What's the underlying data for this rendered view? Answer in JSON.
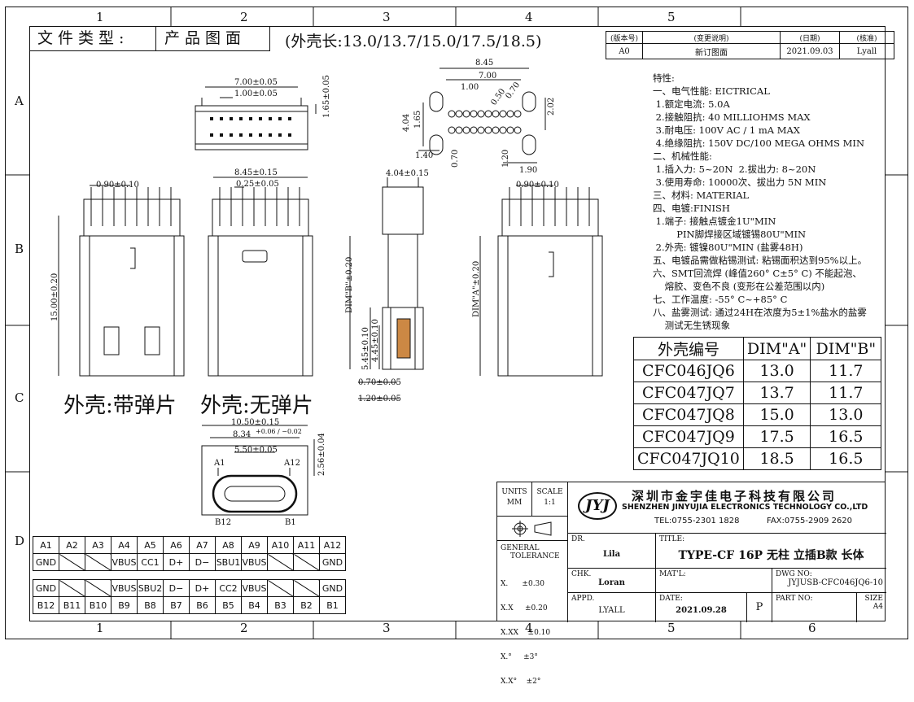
{
  "header": {
    "file_type_label": "文件类型:",
    "file_type_value": "产品图面",
    "shell_length_note": "(外壳长:13.0/13.7/15.0/17.5/18.5)"
  },
  "zones": {
    "columns": [
      "1",
      "2",
      "3",
      "4",
      "5",
      "6"
    ],
    "rows": [
      "A",
      "B",
      "C",
      "D"
    ]
  },
  "revision": {
    "headers": [
      "(版本号)",
      "(变更说明)",
      "(日期)",
      "(核准)"
    ],
    "row": [
      "A0",
      "新订图面",
      "2021.09.03",
      "Lyall"
    ]
  },
  "spec": [
    "特性:",
    "一、电气性能: EICTRICAL",
    " 1.额定电流: 5.0A",
    " 2.接触阻抗: 40 MILLIOHMS MAX",
    " 3.耐电压: 100V AC / 1 mA MAX",
    " 4.绝缘阻抗: 150V DC/100 MEGA OHMS MIN",
    "二、机械性能:",
    " 1.插入力: 5~20N  2.拔出力: 8~20N",
    " 3.使用寿命: 10000次、拔出力 5N MIN",
    "三、材料: MATERIAL",
    "四、电镀:FINISH",
    " 1.端子: 接触点镀金1U\"MIN",
    "        PIN脚焊接区域镀锡80U\"MIN",
    " 2.外壳: 镀镍80U\"MIN (盐雾48H)",
    "五、电镀品需做粘锡测试: 粘锡面积达到95%以上。",
    "六、SMT回流焊 (峰值260° C±5° C) 不能起泡、",
    "    熔胶、变色不良 (变形在公差范围以内)",
    "七、工作温度: -55° C~+85° C",
    "八、盐雾测试: 通过24H在浓度为5±1%盐水的盐雾",
    "    测试无生锈现象"
  ],
  "shell_table": {
    "headers": [
      "外壳编号",
      "DIM\"A\"",
      "DIM\"B\""
    ],
    "rows": [
      [
        "CFC046JQ6",
        "13.0",
        "11.7"
      ],
      [
        "CFC047JQ7",
        "13.7",
        "11.7"
      ],
      [
        "CFC047JQ8",
        "15.0",
        "13.0"
      ],
      [
        "CFC047JQ9",
        "17.5",
        "16.5"
      ],
      [
        "CFC047JQ10",
        "18.5",
        "16.5"
      ]
    ]
  },
  "pins": {
    "row1": [
      "A1",
      "A2",
      "A3",
      "A4",
      "A5",
      "A6",
      "A7",
      "A8",
      "A9",
      "A10",
      "A11",
      "A12"
    ],
    "row2": [
      "GND",
      "",
      "",
      "VBUS",
      "CC1",
      "D+",
      "D−",
      "SBU1",
      "VBUS",
      "",
      "",
      "GND"
    ],
    "row3": [
      "GND",
      "",
      "",
      "VBUS",
      "SBU2",
      "D−",
      "D+",
      "CC2",
      "VBUS",
      "",
      "",
      "GND"
    ],
    "row4": [
      "B12",
      "B11",
      "B10",
      "B9",
      "B8",
      "B7",
      "B6",
      "B5",
      "B4",
      "B3",
      "B2",
      "B1"
    ]
  },
  "labels": {
    "with_spring": "外壳:带弹片",
    "no_spring": "外壳:无弹片"
  },
  "dims": {
    "top_w1": "7.00±0.05",
    "top_w2": "1.00±0.05",
    "top_h": "1.65±0.05",
    "fp_845": "8.45",
    "fp_700": "7.00",
    "fp_100": "1.00",
    "fp_050": "0.50",
    "fp_070": "0.70",
    "fp_404": "4.04",
    "fp_165": "1.65",
    "fp_202": "2.02",
    "fp_140": "1.40",
    "fp_070b": "0.70",
    "fp_120": "1.20",
    "fp_190": "1.90",
    "l_090": "0.90±0.10",
    "l_1500": "15.00±0.20",
    "m_845": "8.45±0.15",
    "m_025": "0.25±0.05",
    "s_404": "4.04±0.15",
    "s_dimb": "DIM\"B\"±0.20",
    "s_545": "5.45±0.10",
    "s_445": "4.45±0.10",
    "s_070": "0.70±0.05",
    "s_120": "1.20±0.05",
    "r_090": "0.90±0.10",
    "r_dima": "DIM\"A\"±0.20",
    "e_1050": "10.50±0.15",
    "e_834": "8.34",
    "e_834tol": "+0.06 / −0.02",
    "e_550": "5.50±0.05",
    "e_256": "2.56±0.04",
    "a1": "A1",
    "a12": "A12",
    "b1": "B1",
    "b12": "B12"
  },
  "title_block": {
    "units_label": "UNITS",
    "units_value": "MM",
    "scale_label": "SCALE",
    "scale_value": "1:1",
    "logo": "JYJ",
    "company_cn": "深圳市金宇佳电子科技有限公司",
    "company_en": "SHENZHEN JINYUJIA ELECTRONICS TECHNOLOGY CO.,LTD",
    "tel": "TEL:0755-2301 1828",
    "fax": "FAX:0755-2909 2620",
    "dr_label": "DR.",
    "dr_value": "Lila",
    "title_label": "TITLE:",
    "title_value": "TYPE-CF 16P 无柱 立插B款 长体",
    "general": "GENERAL",
    "tolerance": "TOLERANCE",
    "tol_lines": [
      "X.      ±0.30",
      "X.X     ±0.20",
      "X.XX    ±0.10",
      "X.°     ±3°",
      "X.X°    ±2°"
    ],
    "chk_label": "CHK.",
    "chk_value": "Loran",
    "matl_label": "MAT'L:",
    "dwg_label": "DWG NO:",
    "dwg_value": "JYJUSB-CFC046JQ6-10",
    "appd_label": "APPD.",
    "appd_value": "LYALL",
    "date_label": "DATE:",
    "date_value": "2021.09.28",
    "p": "P",
    "part_label": "PART NO:",
    "size_label": "SIZE",
    "size_value": "A4"
  }
}
